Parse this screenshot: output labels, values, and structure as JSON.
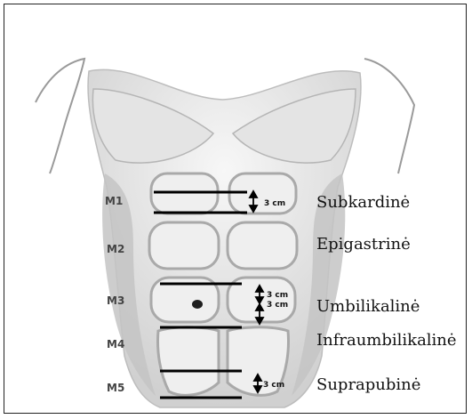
{
  "zones": [
    {
      "id": "M1",
      "label": "M1"
    },
    {
      "id": "M2",
      "label": "M2"
    },
    {
      "id": "M3",
      "label": "M3"
    },
    {
      "id": "M4",
      "label": "M4"
    },
    {
      "id": "M5",
      "label": "M5"
    }
  ],
  "measurement": {
    "unit_label": "3 cm"
  },
  "regions": [
    "Subkardinė",
    "Epigastrinė",
    "Umbilikalinė",
    "Infraumbilikalinė",
    "Suprapubinė"
  ],
  "colors": {
    "line": "#000000",
    "torso_shade": "#c9c9c9",
    "text": "#111111"
  }
}
